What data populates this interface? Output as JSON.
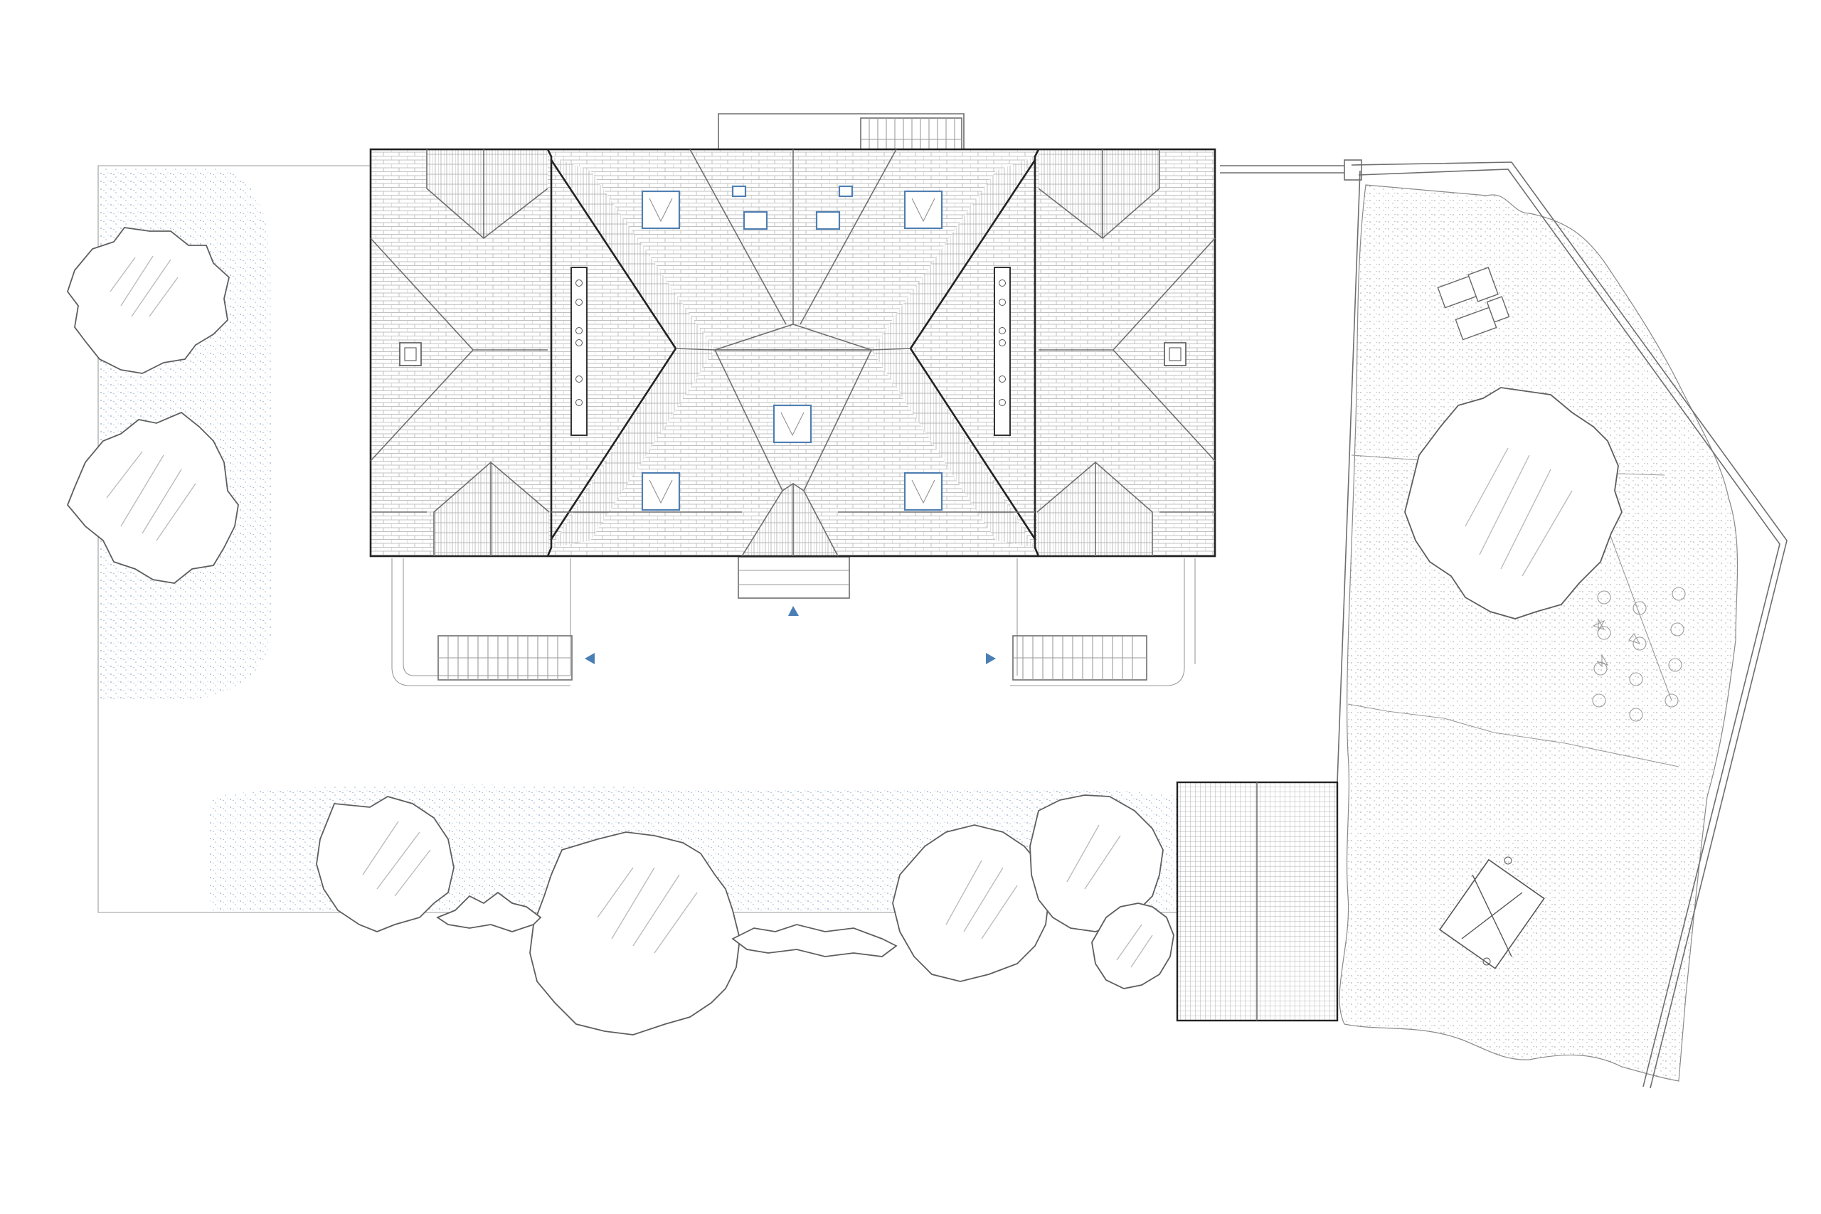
{
  "drawing": {
    "type": "site-plan-roof-view",
    "text_labels": []
  },
  "colors": {
    "background": "#ffffff",
    "line": "#6e6e6e",
    "roof_outline": "#222222",
    "accent": "#4a7fb5",
    "grass_dots": "#8ea9cc",
    "roof_tile": "#bdbdbd"
  },
  "elements": {
    "roof": {
      "skylights": 6,
      "small_vents": 2,
      "chimneys": 2,
      "dormers": 6
    },
    "trees": 12,
    "entrance_arrows": [
      "up",
      "left",
      "right"
    ],
    "stairs": 3
  }
}
